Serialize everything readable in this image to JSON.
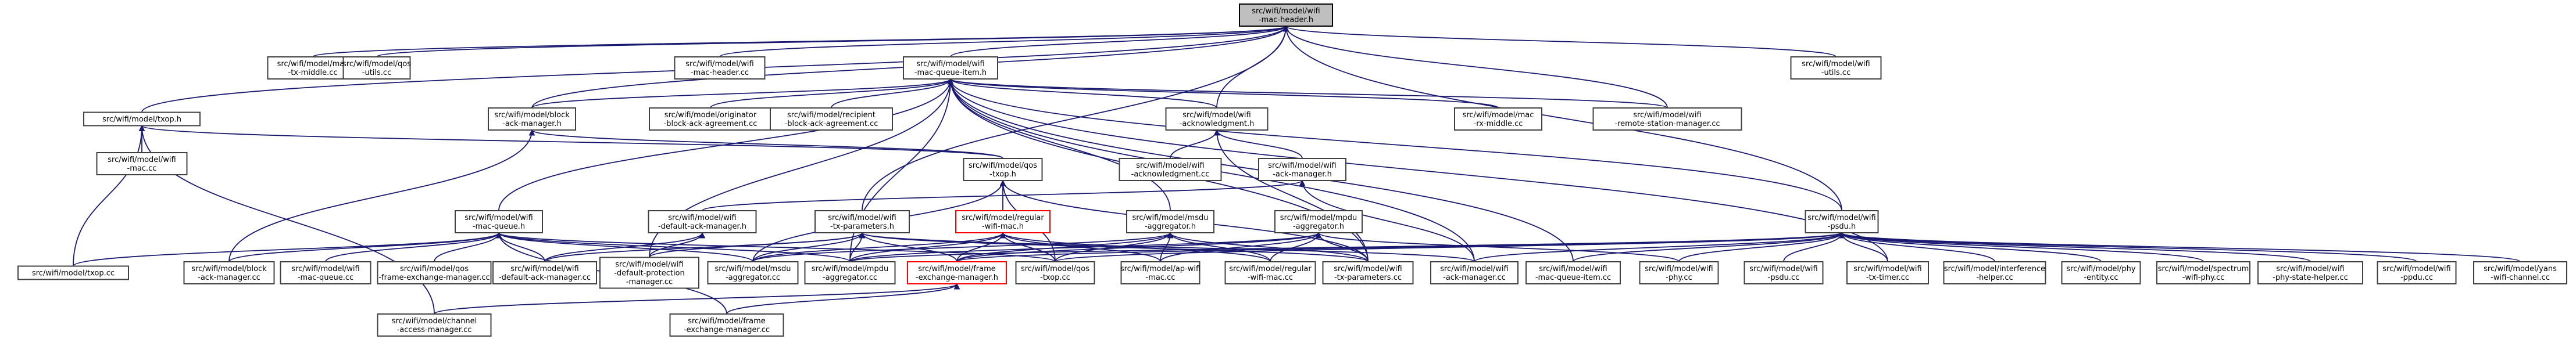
{
  "nodes": [
    {
      "id": "root",
      "label": [
        "src/wifi/model/wifi",
        "-mac-header.h"
      ],
      "style": "root"
    },
    {
      "id": "mac_tx_middle",
      "label": [
        "src/wifi/model/mac",
        "-tx-middle.cc"
      ]
    },
    {
      "id": "qos_utils",
      "label": [
        "src/wifi/model/qos",
        "-utils.cc"
      ]
    },
    {
      "id": "mac_header_cc",
      "label": [
        "src/wifi/model/wifi",
        "-mac-header.cc"
      ]
    },
    {
      "id": "wifi_utils",
      "label": [
        "src/wifi/model/wifi",
        "-utils.cc"
      ]
    },
    {
      "id": "txop_h",
      "label": [
        "src/wifi/model/txop.h"
      ]
    },
    {
      "id": "queue_item_h",
      "label": [
        "src/wifi/model/wifi",
        "-mac-queue-item.h"
      ]
    },
    {
      "id": "wifi_mac_cc",
      "label": [
        "src/wifi/model/wifi",
        "-mac.cc"
      ]
    },
    {
      "id": "block_ack_manager_h",
      "label": [
        "src/wifi/model/block",
        "-ack-manager.h"
      ]
    },
    {
      "id": "originator_cc",
      "label": [
        "src/wifi/model/originator",
        "-block-ack-agreement.cc"
      ]
    },
    {
      "id": "recipient_cc",
      "label": [
        "src/wifi/model/recipient",
        "-block-ack-agreement.cc"
      ]
    },
    {
      "id": "ack_h",
      "label": [
        "src/wifi/model/wifi",
        "-acknowledgment.h"
      ]
    },
    {
      "id": "mac_rx_middle",
      "label": [
        "src/wifi/model/mac",
        "-rx-middle.cc"
      ]
    },
    {
      "id": "rsm_cc",
      "label": [
        "src/wifi/model/wifi",
        "-remote-station-manager.cc"
      ]
    },
    {
      "id": "qos_txop_h",
      "label": [
        "src/wifi/model/qos",
        "-txop.h"
      ]
    },
    {
      "id": "ack_cc",
      "label": [
        "src/wifi/model/wifi",
        "-acknowledgment.cc"
      ]
    },
    {
      "id": "wifi_ack_manager_h",
      "label": [
        "src/wifi/model/wifi",
        "-ack-manager.h"
      ]
    },
    {
      "id": "mac_queue_h",
      "label": [
        "src/wifi/model/wifi",
        "-mac-queue.h"
      ]
    },
    {
      "id": "default_ack_manager_h",
      "label": [
        "src/wifi/model/wifi",
        "-default-ack-manager.h"
      ]
    },
    {
      "id": "tx_parameters_h",
      "label": [
        "src/wifi/model/wifi",
        "-tx-parameters.h"
      ]
    },
    {
      "id": "regular_mac_h",
      "label": [
        "src/wifi/model/regular",
        "-wifi-mac.h"
      ],
      "style": "red"
    },
    {
      "id": "msdu_aggregator_h",
      "label": [
        "src/wifi/model/msdu",
        "-aggregator.h"
      ]
    },
    {
      "id": "mpdu_aggregator_h",
      "label": [
        "src/wifi/model/mpdu",
        "-aggregator.h"
      ]
    },
    {
      "id": "wifi_psdu_h",
      "label": [
        "src/wifi/model/wifi",
        "-psdu.h"
      ]
    },
    {
      "id": "txop_cc",
      "label": [
        "src/wifi/model/txop.cc"
      ]
    },
    {
      "id": "block_ack_manager_cc",
      "label": [
        "src/wifi/model/block",
        "-ack-manager.cc"
      ]
    },
    {
      "id": "mac_queue_cc",
      "label": [
        "src/wifi/model/wifi",
        "-mac-queue.cc"
      ]
    },
    {
      "id": "qos_fem_cc",
      "label": [
        "src/wifi/model/qos",
        "-frame-exchange-manager.cc"
      ]
    },
    {
      "id": "default_ack_manager_cc",
      "label": [
        "src/wifi/model/wifi",
        "-default-ack-manager.cc"
      ]
    },
    {
      "id": "default_protection_cc",
      "label": [
        "src/wifi/model/wifi",
        "-default-protection",
        "-manager.cc"
      ]
    },
    {
      "id": "msdu_aggregator_cc",
      "label": [
        "src/wifi/model/msdu",
        "-aggregator.cc"
      ]
    },
    {
      "id": "mpdu_aggregator_cc",
      "label": [
        "src/wifi/model/mpdu",
        "-aggregator.cc"
      ]
    },
    {
      "id": "fem_h",
      "label": [
        "src/wifi/model/frame",
        "-exchange-manager.h"
      ],
      "style": "red"
    },
    {
      "id": "qos_txop_cc",
      "label": [
        "src/wifi/model/qos",
        "-txop.cc"
      ]
    },
    {
      "id": "ap_mac_cc",
      "label": [
        "src/wifi/model/ap-wifi",
        "-mac.cc"
      ]
    },
    {
      "id": "regular_mac_cc",
      "label": [
        "src/wifi/model/regular",
        "-wifi-mac.cc"
      ]
    },
    {
      "id": "tx_parameters_cc",
      "label": [
        "src/wifi/model/wifi",
        "-tx-parameters.cc"
      ]
    },
    {
      "id": "ack_manager_cc",
      "label": [
        "src/wifi/model/wifi",
        "-ack-manager.cc"
      ]
    },
    {
      "id": "queue_item_cc",
      "label": [
        "src/wifi/model/wifi",
        "-mac-queue-item.cc"
      ]
    },
    {
      "id": "wifi_phy_cc",
      "label": [
        "src/wifi/model/wifi",
        "-phy.cc"
      ]
    },
    {
      "id": "wifi_psdu_cc",
      "label": [
        "src/wifi/model/wifi",
        "-psdu.cc"
      ]
    },
    {
      "id": "tx_timer_cc",
      "label": [
        "src/wifi/model/wifi",
        "-tx-timer.cc"
      ]
    },
    {
      "id": "interference_cc",
      "label": [
        "src/wifi/model/interference",
        "-helper.cc"
      ]
    },
    {
      "id": "phy_entity_cc",
      "label": [
        "src/wifi/model/phy",
        "-entity.cc"
      ]
    },
    {
      "id": "spectrum_phy_cc",
      "label": [
        "src/wifi/model/spectrum",
        "-wifi-phy.cc"
      ]
    },
    {
      "id": "phy_state_helper_cc",
      "label": [
        "src/wifi/model/wifi",
        "-phy-state-helper.cc"
      ]
    },
    {
      "id": "wifi_ppdu_cc",
      "label": [
        "src/wifi/model/wifi",
        "-ppdu.cc"
      ]
    },
    {
      "id": "yans_channel_cc",
      "label": [
        "src/wifi/model/yans",
        "-wifi-channel.cc"
      ]
    },
    {
      "id": "channel_access_cc",
      "label": [
        "src/wifi/model/channel",
        "-access-manager.cc"
      ]
    },
    {
      "id": "fem_cc",
      "label": [
        "src/wifi/model/frame",
        "-exchange-manager.cc"
      ]
    }
  ],
  "edges": [
    [
      "root",
      "mac_tx_middle"
    ],
    [
      "root",
      "qos_utils"
    ],
    [
      "root",
      "mac_header_cc"
    ],
    [
      "root",
      "wifi_utils"
    ],
    [
      "root",
      "txop_h"
    ],
    [
      "root",
      "queue_item_h"
    ],
    [
      "root",
      "block_ack_manager_h"
    ],
    [
      "root",
      "ack_h"
    ],
    [
      "root",
      "rsm_cc"
    ],
    [
      "root",
      "wifi_psdu_h"
    ],
    [
      "root",
      "tx_parameters_h"
    ],
    [
      "txop_h",
      "wifi_mac_cc"
    ],
    [
      "txop_h",
      "txop_cc"
    ],
    [
      "txop_h",
      "qos_txop_h"
    ],
    [
      "txop_h",
      "channel_access_cc"
    ],
    [
      "queue_item_h",
      "block_ack_manager_h"
    ],
    [
      "queue_item_h",
      "originator_cc"
    ],
    [
      "queue_item_h",
      "recipient_cc"
    ],
    [
      "queue_item_h",
      "ack_h"
    ],
    [
      "queue_item_h",
      "mac_rx_middle"
    ],
    [
      "queue_item_h",
      "rsm_cc"
    ],
    [
      "queue_item_h",
      "mac_queue_h"
    ],
    [
      "queue_item_h",
      "msdu_aggregator_h"
    ],
    [
      "queue_item_h",
      "wifi_psdu_h"
    ],
    [
      "queue_item_h",
      "default_protection_cc"
    ],
    [
      "queue_item_h",
      "mpdu_aggregator_cc"
    ],
    [
      "queue_item_h",
      "queue_item_cc"
    ],
    [
      "queue_item_h",
      "tx_parameters_cc"
    ],
    [
      "queue_item_h",
      "tx_timer_cc"
    ],
    [
      "queue_item_h",
      "ack_manager_cc"
    ],
    [
      "block_ack_manager_h",
      "qos_txop_h"
    ],
    [
      "block_ack_manager_h",
      "block_ack_manager_cc"
    ],
    [
      "ack_h",
      "ack_cc"
    ],
    [
      "ack_h",
      "wifi_ack_manager_h"
    ],
    [
      "ack_h",
      "tx_parameters_cc"
    ],
    [
      "qos_txop_h",
      "regular_mac_h"
    ],
    [
      "qos_txop_h",
      "msdu_aggregator_cc"
    ],
    [
      "qos_txop_h",
      "qos_txop_cc"
    ],
    [
      "qos_txop_h",
      "tx_parameters_cc"
    ],
    [
      "wifi_ack_manager_h",
      "default_ack_manager_h"
    ],
    [
      "wifi_ack_manager_h",
      "ack_manager_cc"
    ],
    [
      "mac_queue_h",
      "txop_cc"
    ],
    [
      "mac_queue_h",
      "block_ack_manager_cc"
    ],
    [
      "mac_queue_h",
      "mac_queue_cc"
    ],
    [
      "mac_queue_h",
      "qos_fem_cc"
    ],
    [
      "mac_queue_h",
      "default_ack_manager_cc"
    ],
    [
      "mac_queue_h",
      "msdu_aggregator_cc"
    ],
    [
      "mac_queue_h",
      "mpdu_aggregator_cc"
    ],
    [
      "mac_queue_h",
      "fem_cc"
    ],
    [
      "mac_queue_h",
      "qos_txop_cc"
    ],
    [
      "default_ack_manager_h",
      "default_ack_manager_cc"
    ],
    [
      "default_ack_manager_h",
      "default_protection_cc"
    ],
    [
      "tx_parameters_h",
      "default_ack_manager_cc"
    ],
    [
      "tx_parameters_h",
      "default_protection_cc"
    ],
    [
      "tx_parameters_h",
      "msdu_aggregator_cc"
    ],
    [
      "tx_parameters_h",
      "mpdu_aggregator_cc"
    ],
    [
      "tx_parameters_h",
      "fem_h"
    ],
    [
      "tx_parameters_h",
      "tx_parameters_cc"
    ],
    [
      "tx_parameters_h",
      "ack_manager_cc"
    ],
    [
      "regular_mac_h",
      "msdu_aggregator_cc"
    ],
    [
      "regular_mac_h",
      "mpdu_aggregator_cc"
    ],
    [
      "regular_mac_h",
      "fem_h"
    ],
    [
      "regular_mac_h",
      "qos_txop_cc"
    ],
    [
      "regular_mac_h",
      "ap_mac_cc"
    ],
    [
      "regular_mac_h",
      "regular_mac_cc"
    ],
    [
      "msdu_aggregator_h",
      "msdu_aggregator_cc"
    ],
    [
      "msdu_aggregator_h",
      "qos_txop_cc"
    ],
    [
      "msdu_aggregator_h",
      "ap_mac_cc"
    ],
    [
      "msdu_aggregator_h",
      "regular_mac_cc"
    ],
    [
      "msdu_aggregator_h",
      "fem_h"
    ],
    [
      "msdu_aggregator_h",
      "tx_parameters_cc"
    ],
    [
      "mpdu_aggregator_h",
      "mpdu_aggregator_cc"
    ],
    [
      "mpdu_aggregator_h",
      "fem_h"
    ],
    [
      "mpdu_aggregator_h",
      "ap_mac_cc"
    ],
    [
      "mpdu_aggregator_h",
      "regular_mac_cc"
    ],
    [
      "mpdu_aggregator_h",
      "tx_parameters_cc"
    ],
    [
      "mpdu_aggregator_h",
      "wifi_phy_cc"
    ],
    [
      "wifi_psdu_h",
      "mpdu_aggregator_cc"
    ],
    [
      "wifi_psdu_h",
      "fem_h"
    ],
    [
      "wifi_psdu_h",
      "qos_txop_cc"
    ],
    [
      "wifi_psdu_h",
      "ack_manager_cc"
    ],
    [
      "wifi_psdu_h",
      "queue_item_cc"
    ],
    [
      "wifi_psdu_h",
      "wifi_phy_cc"
    ],
    [
      "wifi_psdu_h",
      "wifi_psdu_cc"
    ],
    [
      "wifi_psdu_h",
      "tx_timer_cc"
    ],
    [
      "wifi_psdu_h",
      "interference_cc"
    ],
    [
      "wifi_psdu_h",
      "phy_entity_cc"
    ],
    [
      "wifi_psdu_h",
      "spectrum_phy_cc"
    ],
    [
      "wifi_psdu_h",
      "phy_state_helper_cc"
    ],
    [
      "wifi_psdu_h",
      "wifi_ppdu_cc"
    ],
    [
      "wifi_psdu_h",
      "yans_channel_cc"
    ],
    [
      "fem_h",
      "channel_access_cc"
    ],
    [
      "fem_h",
      "fem_cc"
    ]
  ]
}
